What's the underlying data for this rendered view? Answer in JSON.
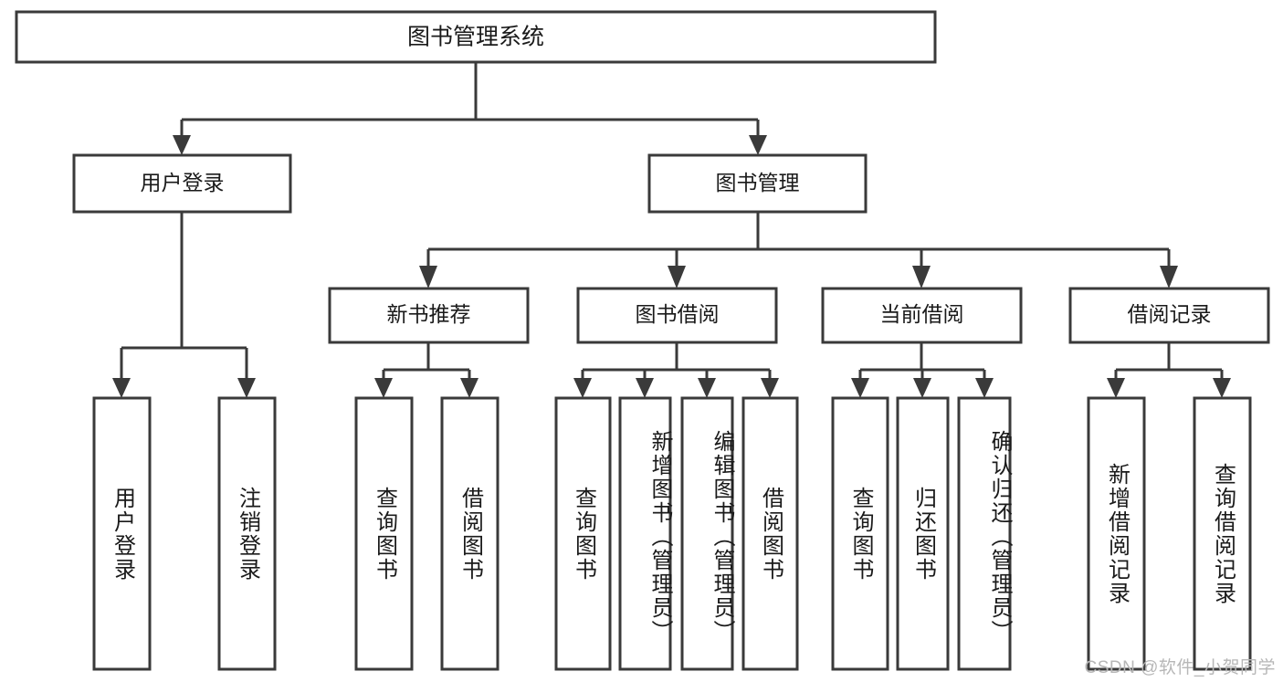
{
  "diagram": {
    "title": "图书管理系统",
    "watermark": "CSDN @软件_小贺同学",
    "colors": {
      "stroke": "#3a3a3a",
      "fill": "#ffffff",
      "text": "#1a1a1a",
      "watermark": "#b7b7b7"
    },
    "root": {
      "label": "图书管理系统"
    },
    "level2": [
      {
        "label": "用户登录"
      },
      {
        "label": "图书管理"
      }
    ],
    "level3": [
      {
        "label": "新书推荐"
      },
      {
        "label": "图书借阅"
      },
      {
        "label": "当前借阅"
      },
      {
        "label": "借阅记录"
      }
    ],
    "leaves": [
      {
        "label": "用户登录",
        "parent": "用户登录"
      },
      {
        "label": "注销登录",
        "parent": "用户登录"
      },
      {
        "label": "查询图书",
        "parent": "新书推荐"
      },
      {
        "label": "借阅图书",
        "parent": "新书推荐"
      },
      {
        "label": "查询图书",
        "parent": "图书借阅"
      },
      {
        "label": "新增图书（管理员）",
        "parent": "图书借阅"
      },
      {
        "label": "编辑图书（管理员）",
        "parent": "图书借阅"
      },
      {
        "label": "借阅图书",
        "parent": "图书借阅"
      },
      {
        "label": "查询图书",
        "parent": "当前借阅"
      },
      {
        "label": "归还图书",
        "parent": "当前借阅"
      },
      {
        "label": "确认归还（管理员）",
        "parent": "当前借阅"
      },
      {
        "label": "新增借阅记录",
        "parent": "借阅记录"
      },
      {
        "label": "查询借阅记录",
        "parent": "借阅记录"
      }
    ]
  }
}
